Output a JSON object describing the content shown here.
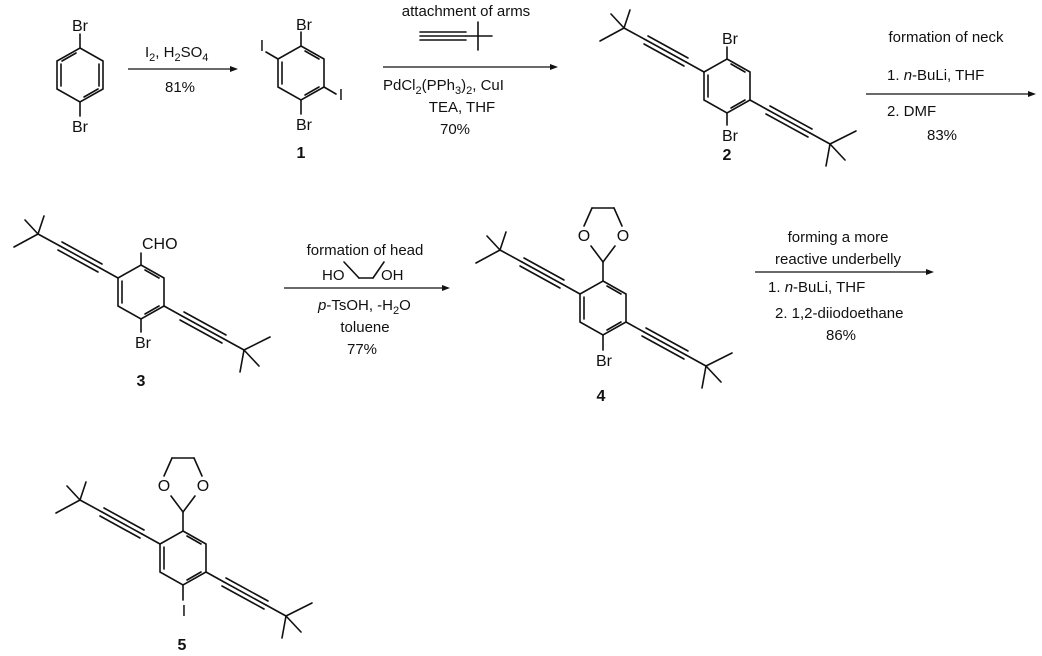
{
  "colors": {
    "ink": "#111111",
    "background": "#ffffff"
  },
  "compounds": {
    "start": {
      "top": "Br",
      "bottom": "Br"
    },
    "c1": {
      "number": "1",
      "sub_top": "Br",
      "sub_left": "I",
      "sub_right": "I",
      "sub_bottom": "Br"
    },
    "c2": {
      "number": "2",
      "sub_top": "Br",
      "sub_bottom": "Br"
    },
    "c3": {
      "number": "3",
      "sub_top": "CHO",
      "sub_bottom": "Br"
    },
    "c4": {
      "number": "4",
      "acetal_o1": "O",
      "acetal_o2": "O",
      "sub_bottom": "Br"
    },
    "c5": {
      "number": "5",
      "acetal_o1": "O",
      "acetal_o2": "O",
      "sub_bottom": "I"
    }
  },
  "steps": {
    "s1": {
      "reagent_a": "I",
      "reagent_a_sub": "2",
      "reagent_b": ", H",
      "reagent_b_sub": "2",
      "reagent_c": "SO",
      "reagent_c_sub": "4",
      "yield": "81%"
    },
    "s2": {
      "title": "attachment of arms",
      "cat_a": "PdCl",
      "cat_a_sub": "2",
      "cat_b": "(PPh",
      "cat_b_sub": "3",
      "cat_c": ")",
      "cat_c_sub": "2",
      "cat_d": ", CuI",
      "line2": "TEA, THF",
      "yield": "70%"
    },
    "s3": {
      "title": "formation of neck",
      "line1_num": "1. ",
      "line1_italic": "n",
      "line1_rest": "-BuLi, THF",
      "line2": "2. DMF",
      "yield": "83%"
    },
    "s4": {
      "title": "formation of head",
      "diol_left": "HO",
      "diol_right": "OH",
      "line1_italic": "p",
      "line1_mid": "-TsOH, -H",
      "line1_sub": "2",
      "line1_end": "O",
      "line2": "toluene",
      "yield": "77%"
    },
    "s5": {
      "title1": "forming a more",
      "title2": "reactive underbelly",
      "line1_num": "1. ",
      "line1_italic": "n",
      "line1_rest": "-BuLi, THF",
      "line2": "2. 1,2-diiodoethane",
      "yield": "86%"
    }
  }
}
